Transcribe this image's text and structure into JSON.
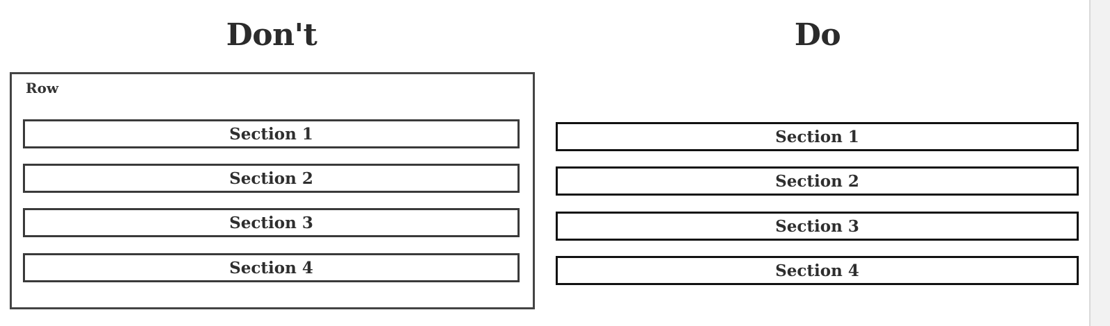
{
  "dont": {
    "title": "Don't",
    "row_label": "Row",
    "sections": [
      "Section 1",
      "Section 2",
      "Section 3",
      "Section 4"
    ]
  },
  "do": {
    "title": "Do",
    "sections": [
      "Section 1",
      "Section 2",
      "Section 3",
      "Section 4"
    ]
  }
}
